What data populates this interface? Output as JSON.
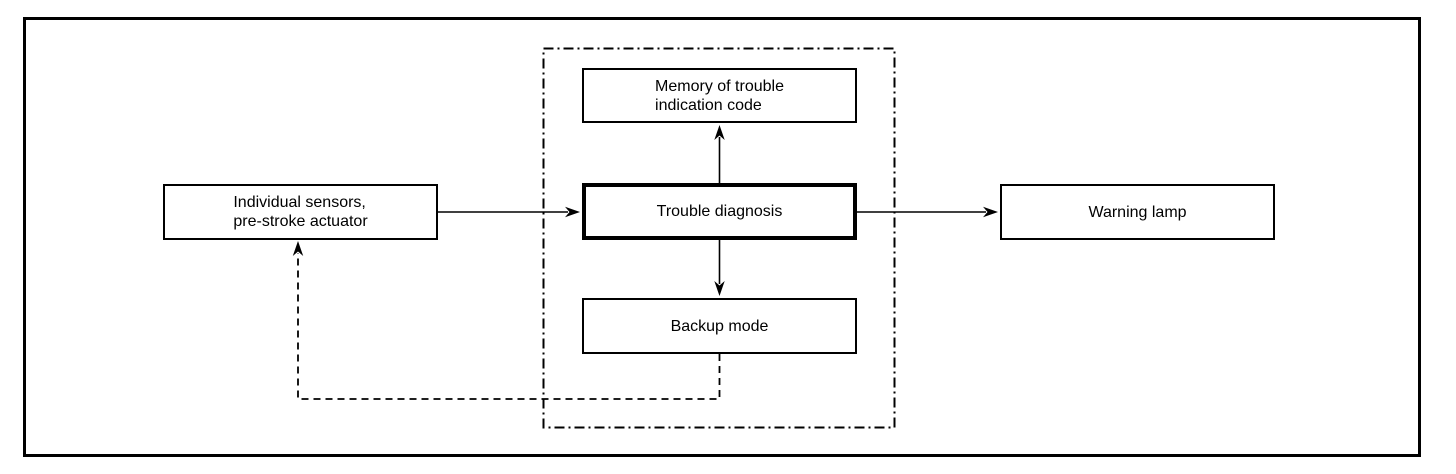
{
  "diagram": {
    "background_color": "#ffffff",
    "line_color": "#000000",
    "nodes": {
      "sensors": {
        "label": "Individual sensors,\npre-stroke actuator"
      },
      "memory": {
        "label": "Memory of trouble\nindication code"
      },
      "diagnosis": {
        "label": "Trouble diagnosis"
      },
      "backup": {
        "label": "Backup mode"
      },
      "warning": {
        "label": "Warning lamp"
      }
    },
    "connections": [
      {
        "from": "sensors",
        "to": "diagnosis",
        "style": "solid",
        "arrow": "into diagnosis"
      },
      {
        "from": "diagnosis",
        "to": "memory",
        "style": "solid",
        "arrow": "into memory"
      },
      {
        "from": "diagnosis",
        "to": "backup",
        "style": "solid",
        "arrow": "into backup"
      },
      {
        "from": "diagnosis",
        "to": "warning",
        "style": "solid",
        "arrow": "into warning"
      },
      {
        "from": "backup",
        "to": "sensors",
        "style": "dashed",
        "arrow": "into sensors"
      }
    ],
    "boundary": {
      "style": "dash-dot",
      "encloses": [
        "memory",
        "diagnosis",
        "backup"
      ]
    }
  }
}
